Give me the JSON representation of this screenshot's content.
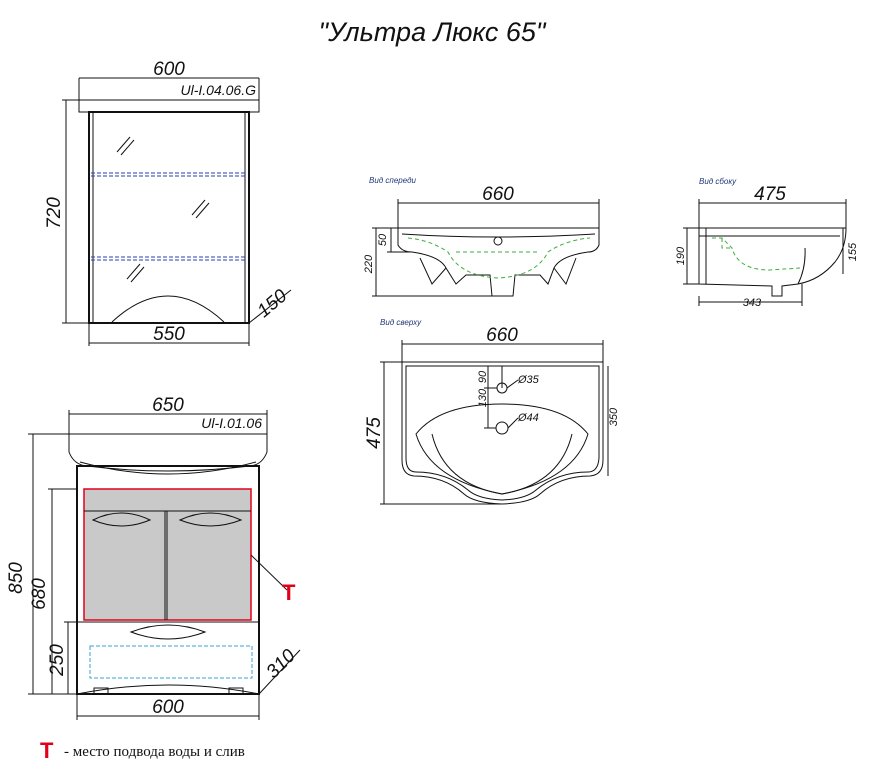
{
  "title": "\"Ультра Люкс 65\"",
  "mirror": {
    "model": "Ul-I.04.06.G",
    "width": "600",
    "height": "720",
    "inner_width": "550",
    "depth": "150"
  },
  "cabinet": {
    "model": "Ul-I.01.06",
    "top_width": "650",
    "total_height": "850",
    "body_height": "680",
    "drawer_height": "250",
    "base_width": "600",
    "depth": "310",
    "connection_marker": "T"
  },
  "sink_front": {
    "view_label": "Вид спереди",
    "width": "660",
    "height": "220",
    "rim": "50"
  },
  "sink_side": {
    "view_label": "Вид сбоку",
    "depth": "475",
    "height_left": "190",
    "height_right": "155",
    "bottom_depth": "343"
  },
  "sink_top": {
    "view_label": "Вид сверху",
    "width": "660",
    "depth": "475",
    "bowl_depth": "350",
    "dim_a": "90",
    "dim_b": "130",
    "hole_tap": "Ø35",
    "hole_drain": "Ø44"
  },
  "legend": {
    "marker": "T",
    "text": "- место подвода воды и слив"
  }
}
